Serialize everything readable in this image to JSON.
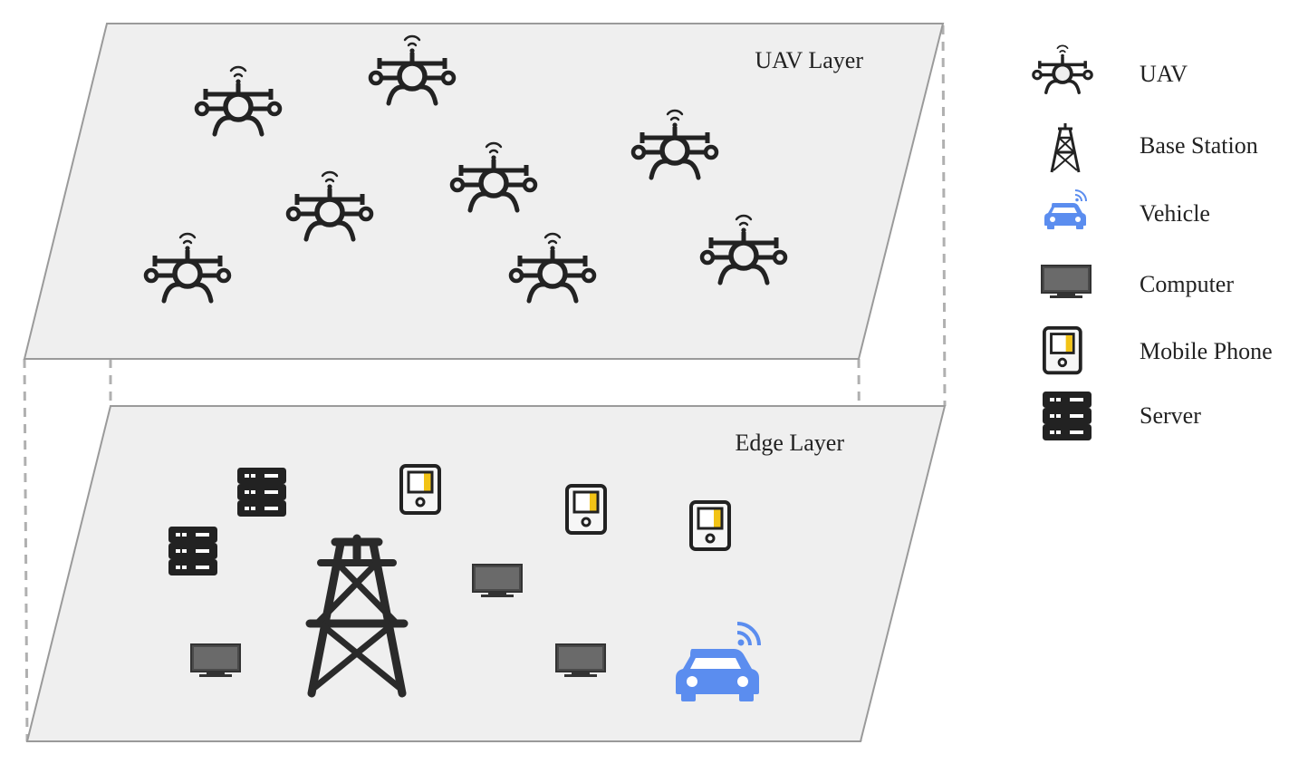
{
  "layers": {
    "uav_label": "UAV Layer",
    "edge_label": "Edge Layer"
  },
  "legend": [
    {
      "label": "UAV",
      "icon": "uav-icon"
    },
    {
      "label": "Base Station",
      "icon": "base-station-icon"
    },
    {
      "label": "Vehicle",
      "icon": "vehicle-icon"
    },
    {
      "label": "Computer",
      "icon": "computer-icon"
    },
    {
      "label": "Mobile Phone",
      "icon": "mobile-phone-icon"
    },
    {
      "label": "Server",
      "icon": "server-icon"
    }
  ],
  "colors": {
    "plane_fill": "#efefef",
    "plane_stroke": "#9a9a9a",
    "icon_dark": "#222222",
    "vehicle_blue": "#5b8def",
    "phone_accent": "#f2c316"
  }
}
